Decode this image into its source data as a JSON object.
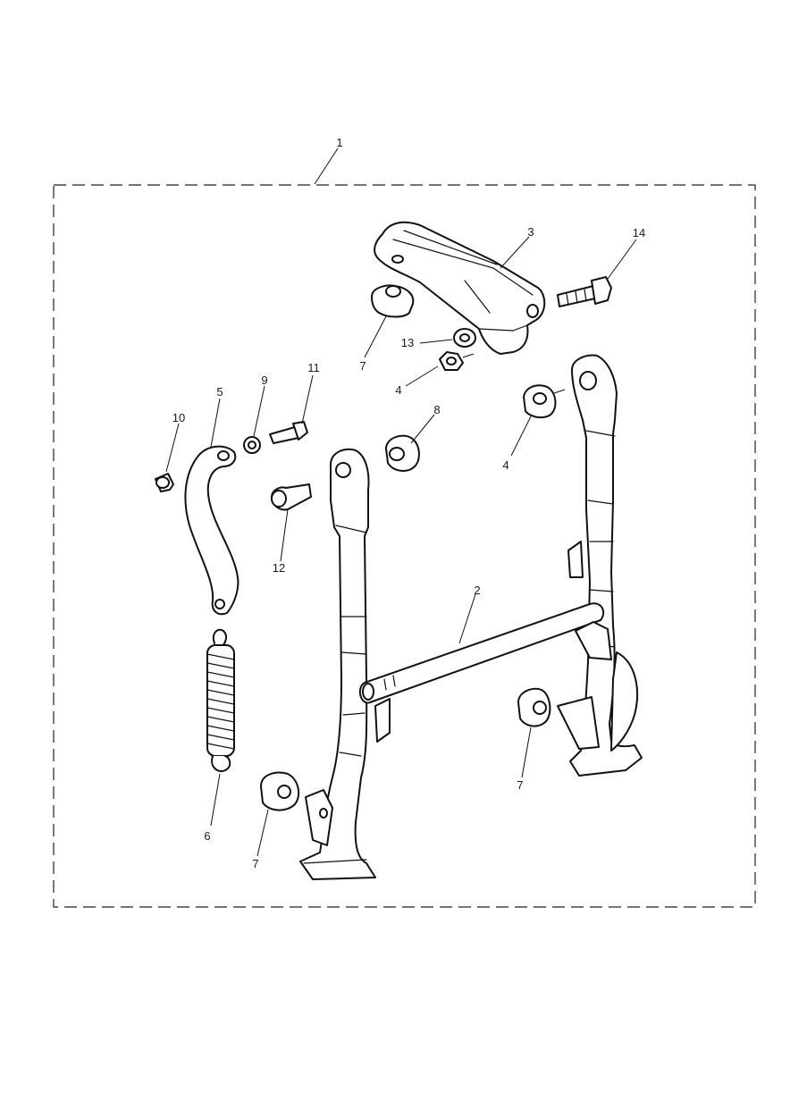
{
  "callouts": [
    {
      "id": "c1",
      "label": "1"
    },
    {
      "id": "c2",
      "label": "2"
    },
    {
      "id": "c3",
      "label": "3"
    },
    {
      "id": "c4a",
      "label": "4"
    },
    {
      "id": "c4b",
      "label": "4"
    },
    {
      "id": "c5",
      "label": "5"
    },
    {
      "id": "c6",
      "label": "6"
    },
    {
      "id": "c7a",
      "label": "7"
    },
    {
      "id": "c7b",
      "label": "7"
    },
    {
      "id": "c7c",
      "label": "7"
    },
    {
      "id": "c8",
      "label": "8"
    },
    {
      "id": "c9",
      "label": "9"
    },
    {
      "id": "c10",
      "label": "10"
    },
    {
      "id": "c11",
      "label": "11"
    },
    {
      "id": "c12",
      "label": "12"
    },
    {
      "id": "c13",
      "label": "13"
    },
    {
      "id": "c14",
      "label": "14"
    }
  ]
}
